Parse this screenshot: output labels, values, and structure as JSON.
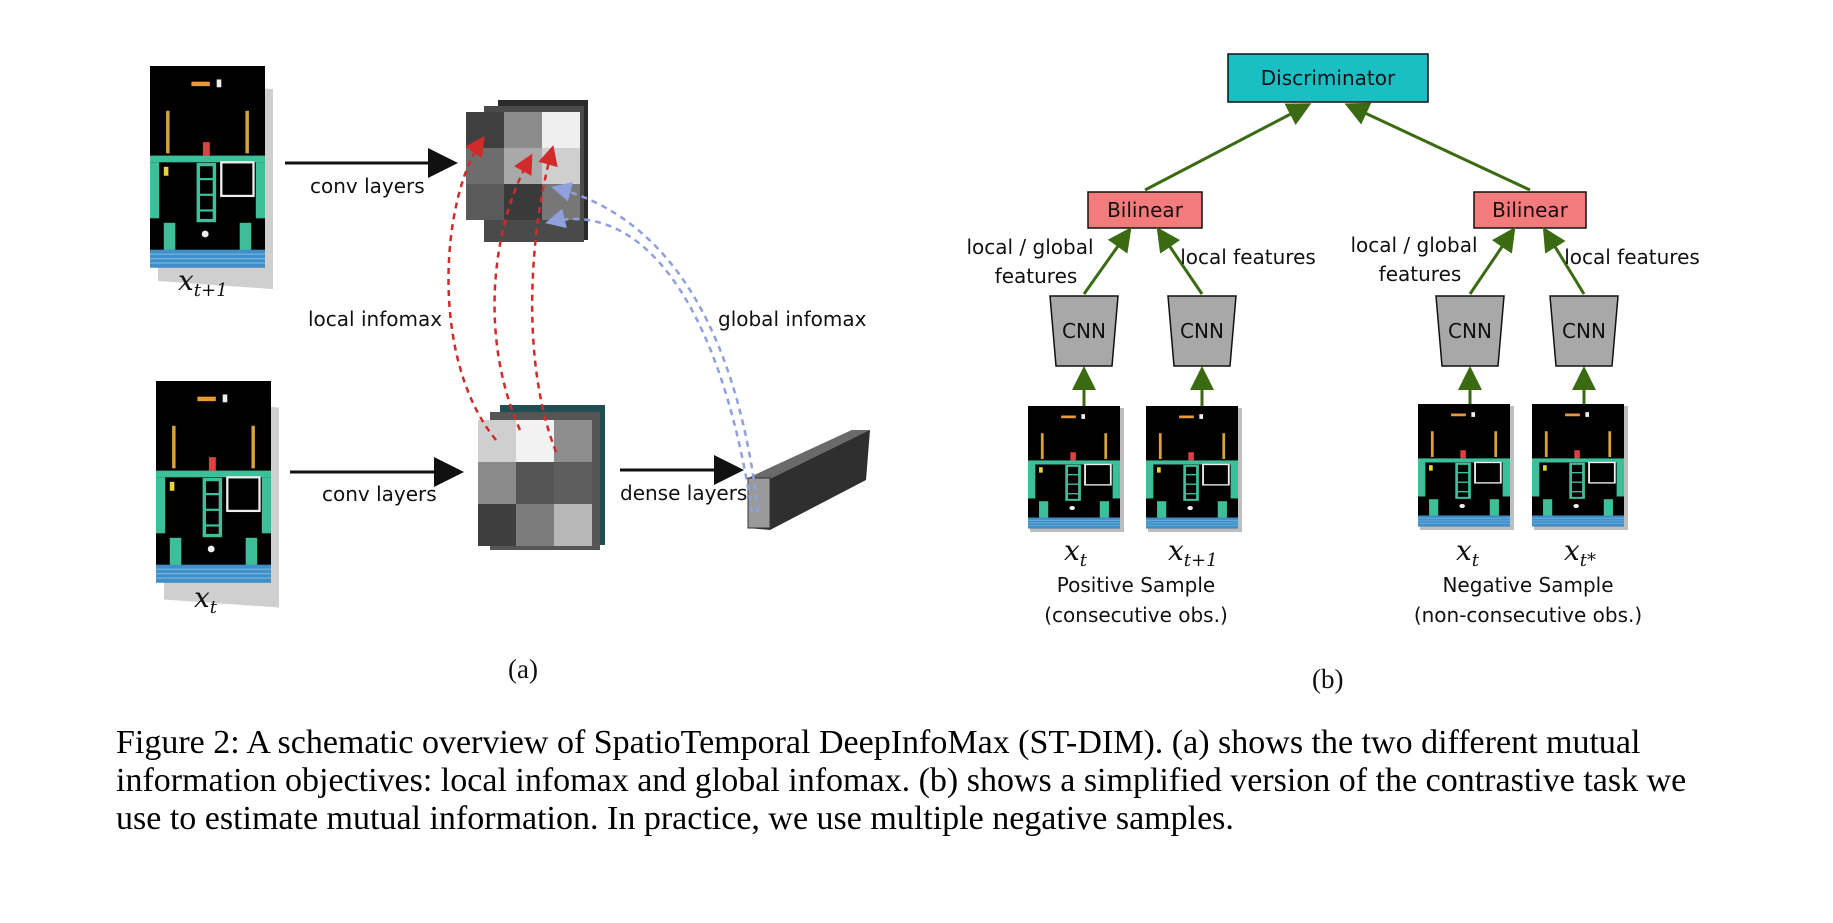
{
  "panel_a": {
    "frame_top_label": "x",
    "frame_top_sub": "t+1",
    "frame_bottom_label": "x",
    "frame_bottom_sub": "t",
    "conv_top": "conv layers",
    "conv_bottom": "conv layers",
    "dense": "dense layers",
    "local": "local infomax",
    "global": "global infomax",
    "tag": "(a)"
  },
  "panel_b": {
    "discriminator": "Discriminator",
    "bilinear_left": "Bilinear",
    "bilinear_right": "Bilinear",
    "lg_left_1": "local / global",
    "lg_left_2": "features",
    "lg_right_1": "local / global",
    "lg_right_2": "features",
    "local_left": "local features",
    "local_right": "local features",
    "cnn": "CNN",
    "pos_x1": "x",
    "pos_x1_sub": "t",
    "pos_x2": "x",
    "pos_x2_sub": "t+1",
    "neg_x1": "x",
    "neg_x1_sub": "t",
    "neg_x2": "x",
    "neg_x2_sub": "t*",
    "pos_title": "Positive Sample",
    "pos_sub": "(consecutive obs.)",
    "neg_title": "Negative Sample",
    "neg_sub": "(non-consecutive obs.)",
    "tag": "(b)"
  },
  "colors": {
    "discriminator": "#1abfc4",
    "bilinear": "#f47b7b",
    "cnn": "#a8a8a8",
    "green_arrow": "#3a6a12",
    "red_dash": "#d22a2a",
    "blue_dash": "#8fa0dc",
    "game_green": "#3dbf9a",
    "game_blue": "#3f8fc8"
  },
  "caption": "Figure 2: A schematic overview of SpatioTemporal DeepInfoMax (ST-DIM). (a) shows the two different mutual information objectives: local infomax and global infomax. (b) shows a simplified version of the contrastive task we use to estimate mutual information. In practice, we use multiple negative samples."
}
